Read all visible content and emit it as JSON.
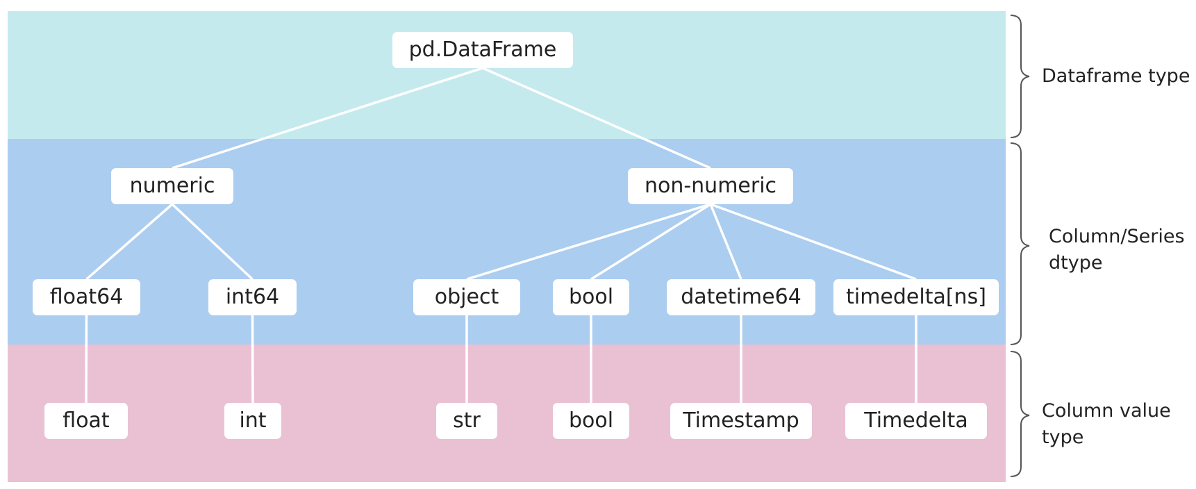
{
  "colors": {
    "dataframe_band": "#c5eaee",
    "series_band": "#abcdf0",
    "value_band": "#eac1d3",
    "node_fill": "#ffffff",
    "connector": "#ffffff",
    "brace": "#555555"
  },
  "levels": {
    "dataframe": {
      "label_line1": "Dataframe type",
      "label_line2": ""
    },
    "series": {
      "label_line1": "Column/Series",
      "label_line2": "dtype"
    },
    "value": {
      "label_line1": "Column value",
      "label_line2": "type"
    }
  },
  "nodes": {
    "dataframe": "pd.DataFrame",
    "numeric": "numeric",
    "non_numeric": "non-numeric",
    "float64": "float64",
    "int64": "int64",
    "object": "object",
    "bool_dtype": "bool",
    "datetime64": "datetime64",
    "timedelta_ns": "timedelta[ns]",
    "float": "float",
    "int": "int",
    "str": "str",
    "bool_value": "bool",
    "timestamp": "Timestamp",
    "timedelta": "Timedelta"
  },
  "edges": [
    [
      "dataframe",
      "numeric"
    ],
    [
      "dataframe",
      "non_numeric"
    ],
    [
      "numeric",
      "float64"
    ],
    [
      "numeric",
      "int64"
    ],
    [
      "non_numeric",
      "object"
    ],
    [
      "non_numeric",
      "bool_dtype"
    ],
    [
      "non_numeric",
      "datetime64"
    ],
    [
      "non_numeric",
      "timedelta_ns"
    ],
    [
      "float64",
      "float"
    ],
    [
      "int64",
      "int"
    ],
    [
      "object",
      "str"
    ],
    [
      "bool_dtype",
      "bool_value"
    ],
    [
      "datetime64",
      "timestamp"
    ],
    [
      "timedelta_ns",
      "timedelta"
    ]
  ]
}
